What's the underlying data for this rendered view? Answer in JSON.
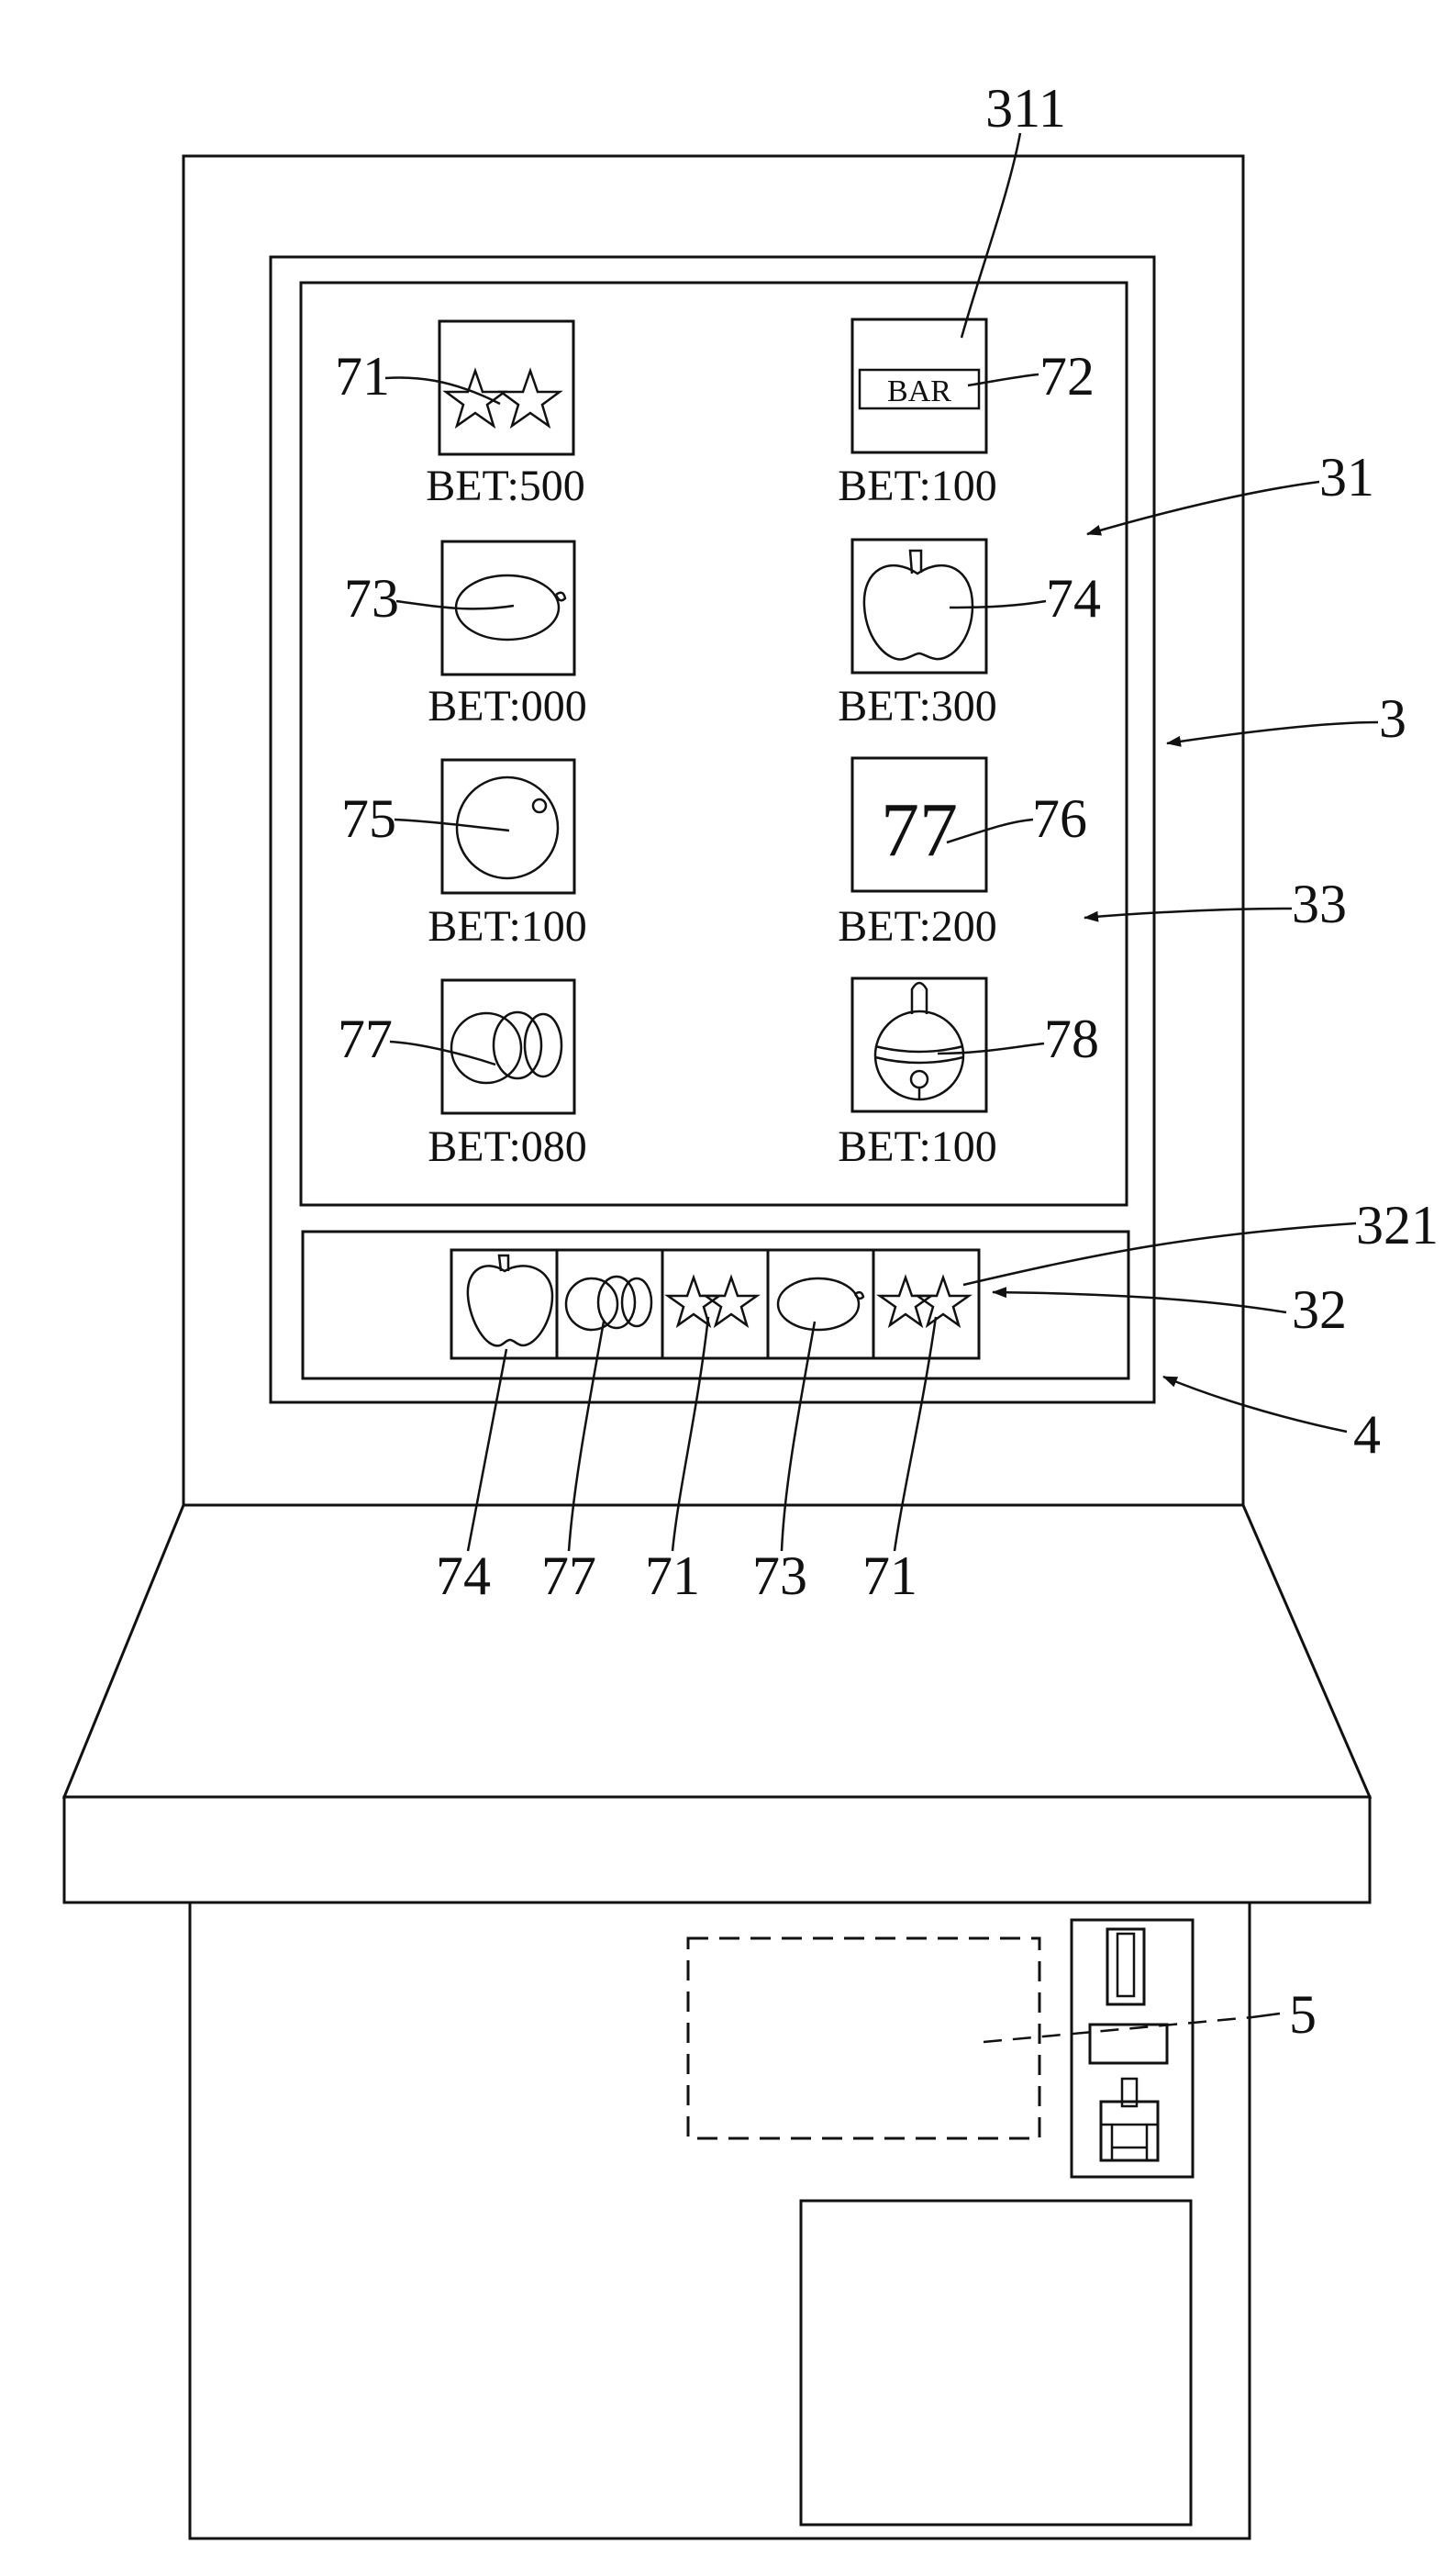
{
  "diagram": {
    "paytable": {
      "bets": [
        {
          "symbol": "stars",
          "label": "BET:500"
        },
        {
          "symbol": "bar",
          "label": "BET:100"
        },
        {
          "symbol": "lemon",
          "label": "BET:000"
        },
        {
          "symbol": "apple",
          "label": "BET:300"
        },
        {
          "symbol": "orange",
          "label": "BET:100"
        },
        {
          "symbol": "seven",
          "label": "BET:200"
        },
        {
          "symbol": "cherries",
          "label": "BET:080"
        },
        {
          "symbol": "bell",
          "label": "BET:100"
        }
      ],
      "bar_text": "BAR",
      "seven_text": "77"
    },
    "reels": [
      "apple",
      "cherries",
      "stars",
      "lemon",
      "stars"
    ],
    "refs": {
      "r311": "311",
      "r71": "71",
      "r72": "72",
      "r31": "31",
      "r73": "73",
      "r74": "74",
      "r3": "3",
      "r75": "75",
      "r76": "76",
      "r33": "33",
      "r77": "77",
      "r78": "78",
      "r321": "321",
      "r32": "32",
      "r4": "4",
      "r5": "5",
      "reel_refs": [
        "74",
        "77",
        "71",
        "73",
        "71"
      ]
    }
  }
}
